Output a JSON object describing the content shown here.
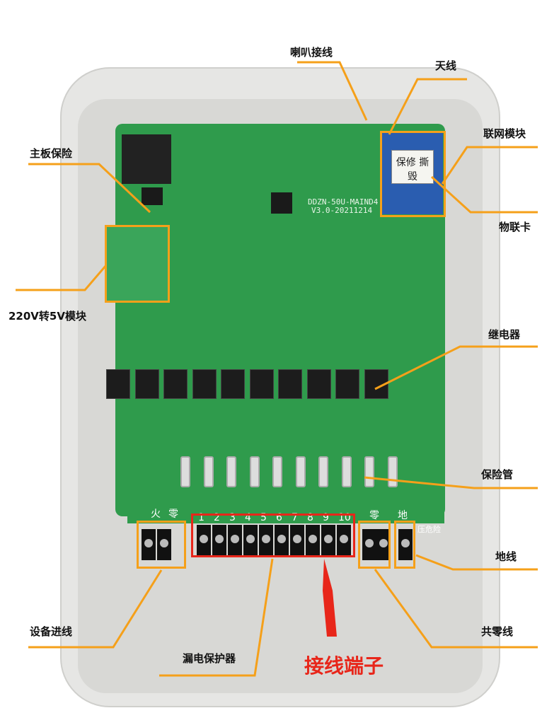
{
  "labels": {
    "speaker": "喇叭接线",
    "antenna": "天线",
    "board_fuse": "主板保险",
    "network_module": "联网模块",
    "iot_card": "物联卡",
    "power_module": "220V转5V模块",
    "relay": "继电器",
    "fuse_tube": "保险管",
    "ground": "地线",
    "input": "设备进线",
    "common_neutral": "共零线",
    "leakage_protector": "漏电保护器",
    "terminals": "接线端子"
  },
  "board": {
    "model": "DDZN-50U-MAIND4",
    "version": "V3.0-20211214",
    "warranty": "保修 撕毁",
    "live": "火",
    "neutral": "零",
    "neutral2": "零",
    "earth": "地",
    "warning": "压危险",
    "channels": [
      "1",
      "2",
      "3",
      "4",
      "5",
      "6",
      "7",
      "8",
      "9",
      "10"
    ]
  },
  "colors": {
    "leader": "#f5a01a",
    "terminal_box": "#e8261a",
    "pcb": "#2f9b4c"
  }
}
